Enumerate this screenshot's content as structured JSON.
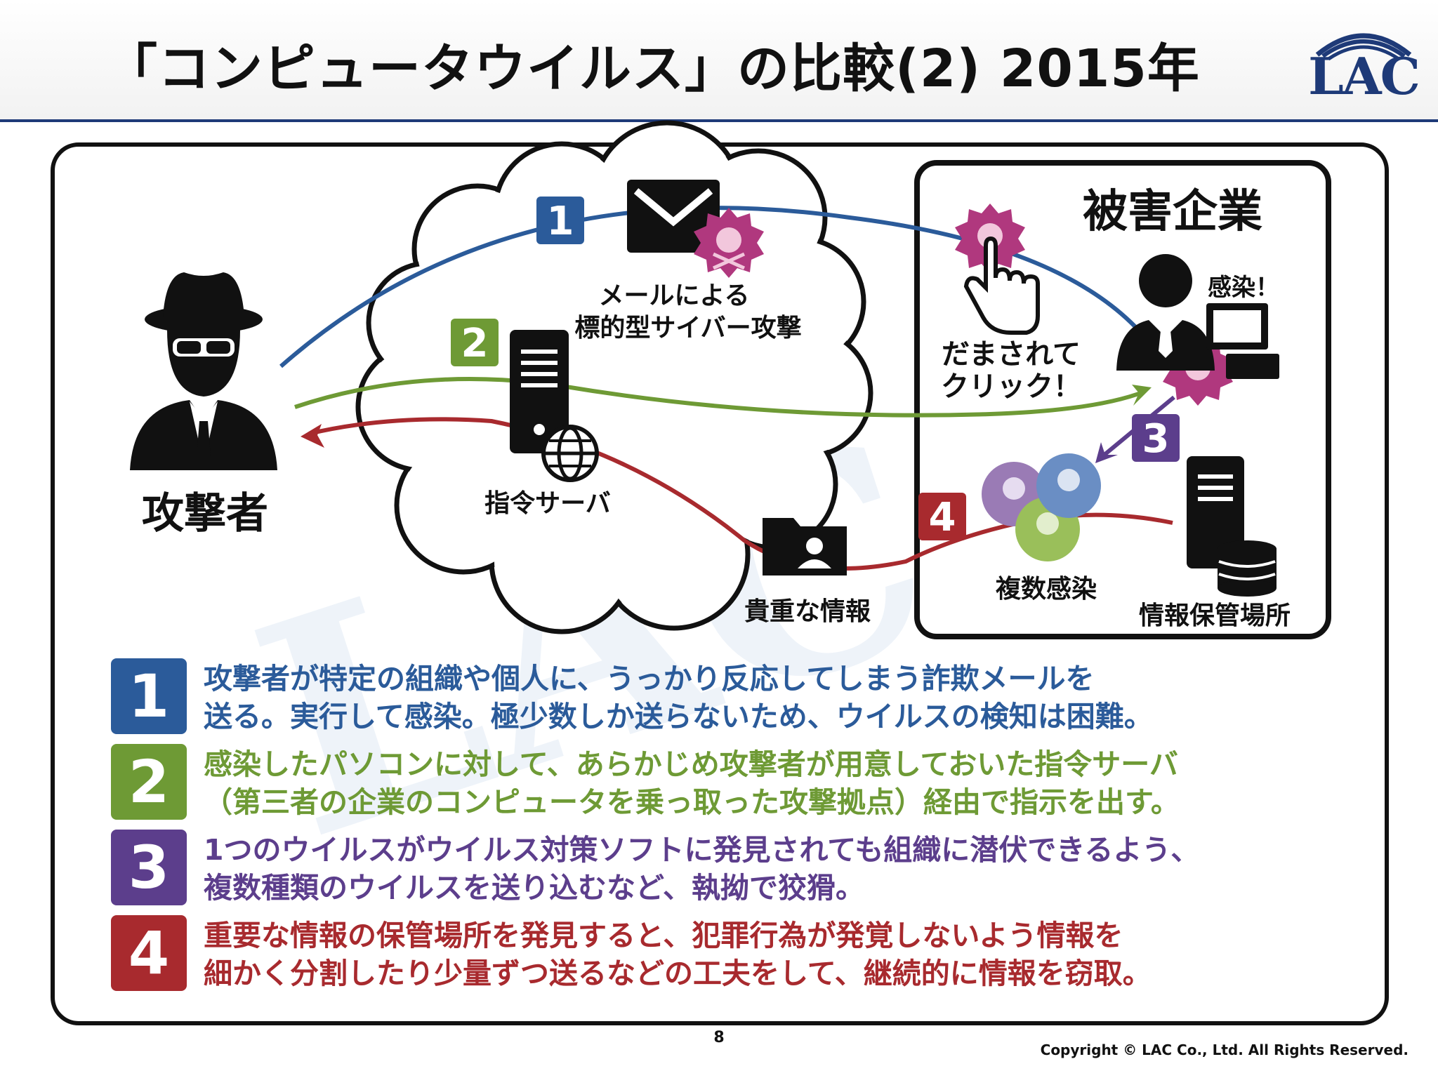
{
  "slide": {
    "title": "「コンピュータウイルス」の比較(2) 2015年",
    "logo_text": "LAC",
    "page_number": "8",
    "copyright": "Copyright © LAC Co., Ltd. All Rights Reserved."
  },
  "diagram": {
    "attacker_label": "攻撃者",
    "victim_title": "被害企業",
    "mail_label_line1": "メールによる",
    "mail_label_line2": "標的型サイバー攻撃",
    "cc_server_label": "指令サーバ",
    "valuable_info_label": "貴重な情報",
    "fooled_click_line1": "だまされて",
    "fooled_click_line2": "クリック！",
    "infected_label": "感染！",
    "multiple_infection_label": "複数感染",
    "storage_label": "情報保管場所",
    "badges": [
      "1",
      "2",
      "3",
      "4"
    ]
  },
  "explanations": [
    {
      "number": "1",
      "line1": "攻撃者が特定の組織や個人に、うっかり反応してしまう詐欺メールを",
      "line2": "送る。実行して感染。極少数しか送らないため、ウイルスの検知は困難。"
    },
    {
      "number": "2",
      "line1": "感染したパソコンに対して、あらかじめ攻撃者が用意しておいた指令サーバ",
      "line2": "（第三者の企業のコンピュータを乗っ取った攻撃拠点）経由で指示を出す。"
    },
    {
      "number": "3",
      "line1": "1つのウイルスがウイルス対策ソフトに発見されても組織に潜伏できるよう、",
      "line2": "複数種類のウイルスを送り込むなど、執拗で狡猾。"
    },
    {
      "number": "4",
      "line1": "重要な情報の保管場所を発見すると、犯罪行為が発覚しないよう情報を",
      "line2": "細かく分割したり少量ずつ送るなどの工夫をして、継続的に情報を窃取。"
    }
  ],
  "colors": {
    "step1": "#2b5b9a",
    "step2": "#6e9a35",
    "step3": "#5c3e8c",
    "step4": "#a82a2e",
    "virus_magenta": "#b0387e",
    "virus_purple": "#9a7bb5",
    "virus_blue": "#6a8ec4",
    "virus_green": "#9abf5a",
    "logo_navy": "#1e3a78"
  }
}
